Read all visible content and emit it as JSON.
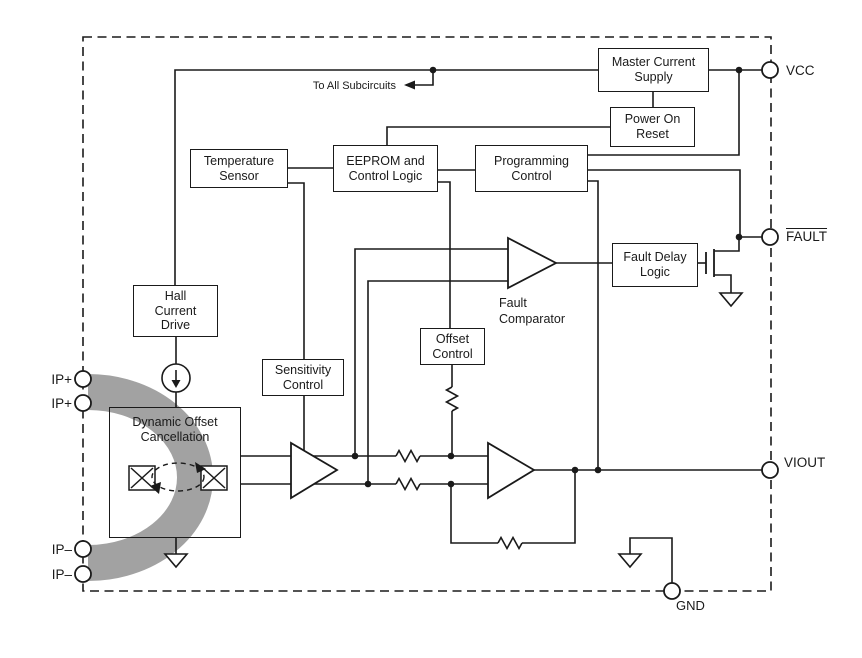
{
  "diagram": {
    "blocks": {
      "master_current_supply": "Master Current\nSupply",
      "power_on_reset": "Power On\nReset",
      "temperature_sensor": "Temperature\nSensor",
      "eeprom_control_logic": "EEPROM and\nControl Logic",
      "programming_control": "Programming\nControl",
      "fault_delay_logic": "Fault Delay\nLogic",
      "hall_current_drive": "Hall\nCurrent\nDrive",
      "sensitivity_control": "Sensitivity\nControl",
      "offset_control": "Offset\nControl",
      "dynamic_offset_cancellation": "Dynamic Offset\nCancellation"
    },
    "annotations": {
      "to_all_subcircuits": "To All Subcircuits",
      "fault_comparator": "Fault\nComparator"
    },
    "pins": {
      "vcc": "VCC",
      "fault": "FAULT",
      "viout": "VIOUT",
      "gnd": "GND",
      "ip_plus": "IP+",
      "ip_minus": "IP–"
    },
    "colors": {
      "line": "#1a1a1a",
      "current_band": "#a2a2a2",
      "background": "#ffffff"
    }
  }
}
